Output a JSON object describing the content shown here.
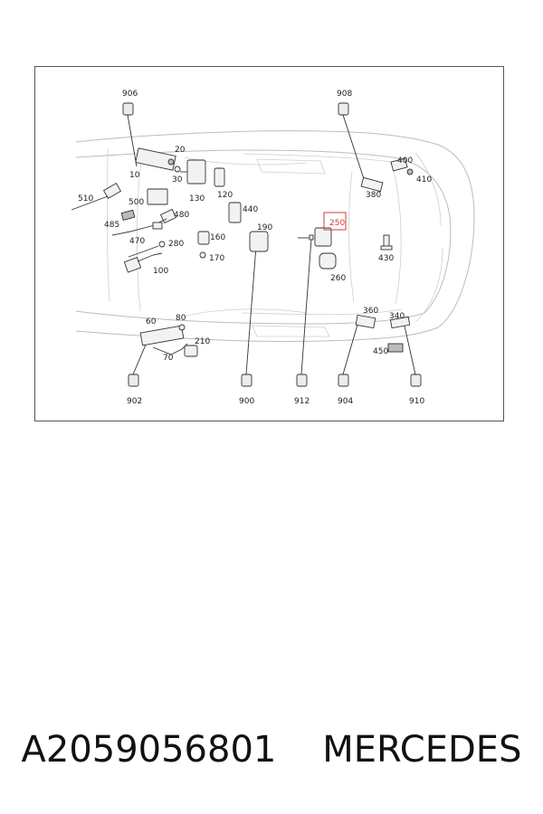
{
  "diagram": {
    "labels": {
      "p906": "906",
      "p908": "908",
      "p20": "20",
      "p10": "10",
      "p30": "30",
      "p130": "130",
      "p120": "120",
      "p510": "510",
      "p500": "500",
      "p485": "485",
      "p480": "480",
      "p470": "470",
      "p440": "440",
      "p190": "190",
      "p160": "160",
      "p280": "280",
      "p170": "170",
      "p100": "100",
      "p250": "250",
      "p260": "260",
      "p400": "400",
      "p410": "410",
      "p380": "380",
      "p430": "430",
      "p360": "360",
      "p340": "340",
      "p60": "60",
      "p80": "80",
      "p210": "210",
      "p70": "70",
      "p450": "450",
      "p902": "902",
      "p900": "900",
      "p912": "912",
      "p904": "904",
      "p910": "910"
    },
    "highlight_color": "#d23b3b"
  },
  "caption": {
    "part_number": "A2059056801",
    "brand": "MERCEDES"
  }
}
